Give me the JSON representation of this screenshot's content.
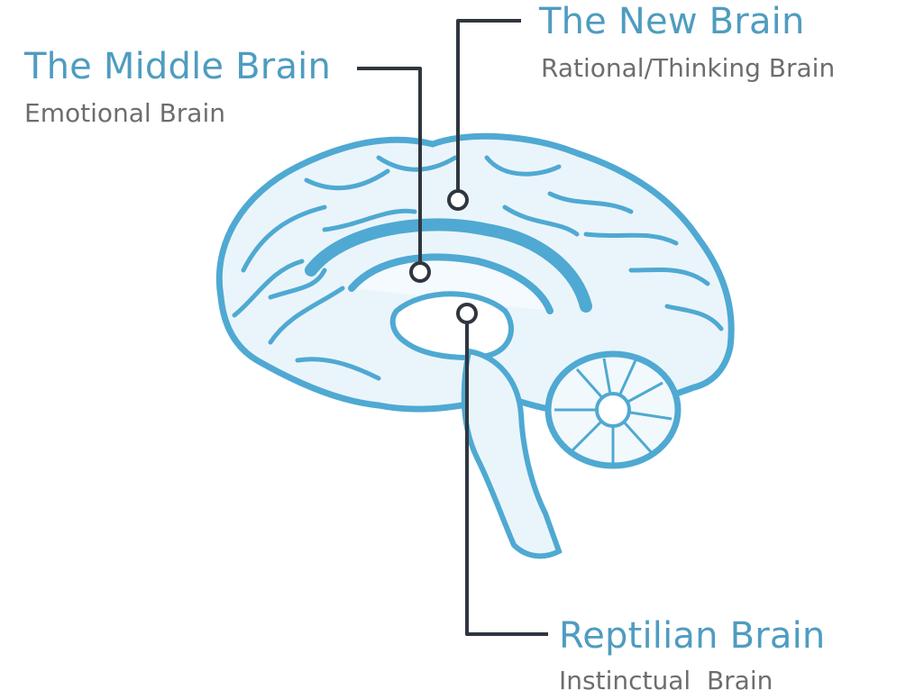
{
  "labels": {
    "new_brain": {
      "title": "The New Brain",
      "subtitle": "Rational/Thinking Brain"
    },
    "middle_brain": {
      "title": "The Middle Brain",
      "subtitle": "Emotional Brain"
    },
    "reptilian_brain": {
      "title": "Reptilian Brain",
      "subtitle": "Instinctual  Brain"
    }
  },
  "colors": {
    "brain_blue": "#4fa9d2",
    "title_blue": "#4f9cc0",
    "subtitle_gray": "#6d6d6d",
    "leader_line": "#2f3640"
  }
}
